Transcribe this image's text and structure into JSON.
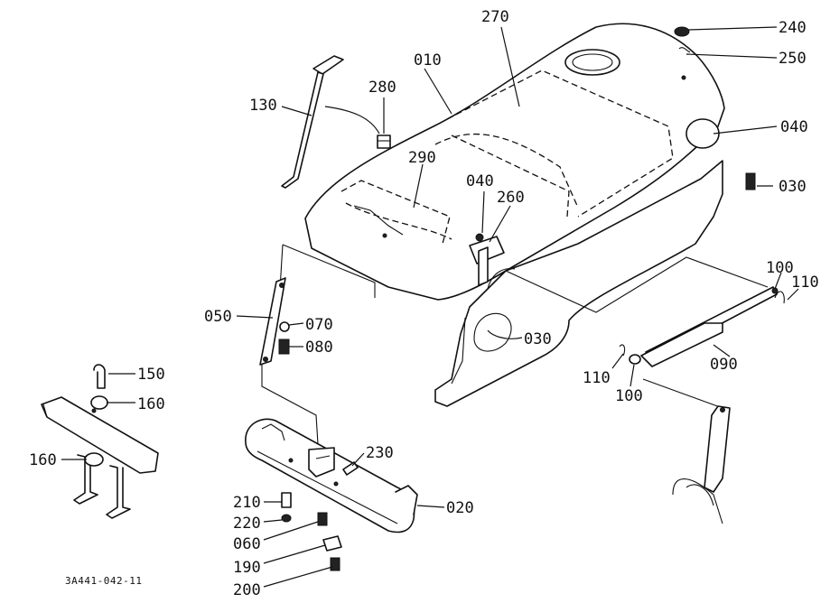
{
  "diagram_code": "3A441-042-11",
  "callouts": [
    {
      "id": "240",
      "text": "240"
    },
    {
      "id": "270",
      "text": "270"
    },
    {
      "id": "010",
      "text": "010"
    },
    {
      "id": "250",
      "text": "250"
    },
    {
      "id": "130",
      "text": "130"
    },
    {
      "id": "280",
      "text": "280"
    },
    {
      "id": "040a",
      "text": "040"
    },
    {
      "id": "290",
      "text": "290"
    },
    {
      "id": "040b",
      "text": "040"
    },
    {
      "id": "030a",
      "text": "030"
    },
    {
      "id": "260",
      "text": "260"
    },
    {
      "id": "100a",
      "text": "100"
    },
    {
      "id": "110a",
      "text": "110"
    },
    {
      "id": "050",
      "text": "050"
    },
    {
      "id": "070",
      "text": "070"
    },
    {
      "id": "030b",
      "text": "030"
    },
    {
      "id": "080",
      "text": "080"
    },
    {
      "id": "090",
      "text": "090"
    },
    {
      "id": "110b",
      "text": "110"
    },
    {
      "id": "150",
      "text": "150"
    },
    {
      "id": "100b",
      "text": "100"
    },
    {
      "id": "160a",
      "text": "160"
    },
    {
      "id": "230",
      "text": "230"
    },
    {
      "id": "160b",
      "text": "160"
    },
    {
      "id": "210",
      "text": "210"
    },
    {
      "id": "020",
      "text": "020"
    },
    {
      "id": "220",
      "text": "220"
    },
    {
      "id": "060",
      "text": "060"
    },
    {
      "id": "190",
      "text": "190"
    },
    {
      "id": "200",
      "text": "200"
    }
  ]
}
